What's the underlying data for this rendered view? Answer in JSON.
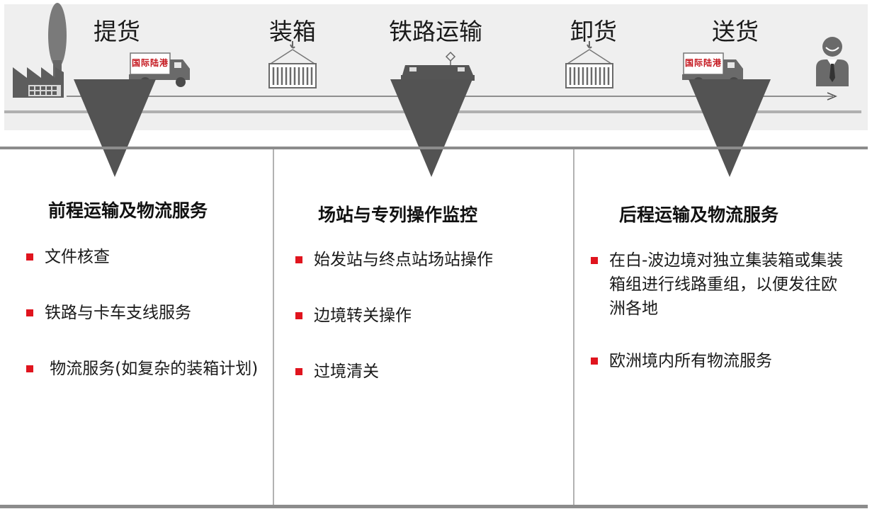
{
  "stages": [
    {
      "label": "提货"
    },
    {
      "label": "装箱"
    },
    {
      "label": "铁路运输"
    },
    {
      "label": "卸货"
    },
    {
      "label": "送货"
    }
  ],
  "truck_sign": "国际陆港",
  "columns": [
    {
      "title": "前程运输及物流服务",
      "bullets": [
        "文件核查",
        "铁路与卡车支线服务",
        " 物流服务(如复杂的装箱计划)"
      ]
    },
    {
      "title": "场站与专列操作监控",
      "bullets": [
        "始发站与终点站场站操作",
        "边境转关操作",
        "过境清关"
      ]
    },
    {
      "title": "后程运输及物流服务",
      "bullets": [
        "在白-波边境对独立集装箱或集装箱组进行线路重组，以便发往欧洲各地",
        "欧洲境内所有物流服务"
      ]
    }
  ],
  "colors": {
    "triangle": "#535353",
    "band": "#efefef",
    "divider": "#8c8c8c",
    "bullet": "#e0141e",
    "sign": "#c4141c"
  }
}
